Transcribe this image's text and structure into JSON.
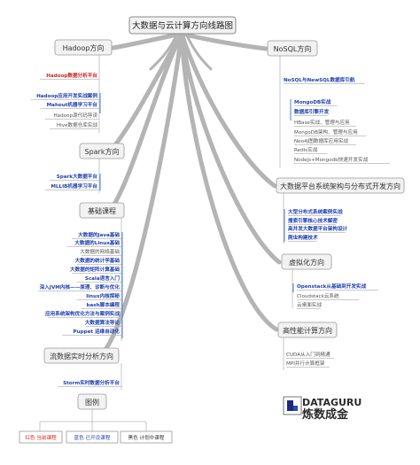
{
  "title": "大数据与云计算方向线路图",
  "nodes": {
    "hadoop": "Hadoop方向",
    "spark": "Spark方向",
    "basic": "基础课程",
    "stream": "流数据实时分析方向",
    "legend": "图例",
    "nosql": "NoSQL方向",
    "bigdata_arch": "大数据平台系统架构与分布式开发方向",
    "virtual": "虚拟化方向",
    "hpc": "高性能计算方向"
  },
  "leaves": {
    "hadoop": [
      {
        "text": "Hadoop数据分析平台",
        "style": "red"
      },
      {
        "text": "Hadoop应用开发实战案例",
        "style": "blue"
      },
      {
        "text": "Mahout机器学习平台",
        "style": "blue"
      },
      {
        "text": "Hadoop源代码导读",
        "style": "gray"
      },
      {
        "text": "Hive数据仓库实战",
        "style": "gray"
      }
    ],
    "spark": [
      {
        "text": "Spark大数据平台",
        "style": "blue"
      },
      {
        "text": "MLLIB机器学习平台",
        "style": "blue"
      }
    ],
    "basic": [
      {
        "text": "大数据的Java基础",
        "style": "blue"
      },
      {
        "text": "大数据的Linux基础",
        "style": "blue"
      },
      {
        "text": "大数据的网络基础",
        "style": "gray"
      },
      {
        "text": "大数据的统计学基础",
        "style": "blue"
      },
      {
        "text": "大数据的矩阵计算基础",
        "style": "blue"
      },
      {
        "text": "Scala语言入门",
        "style": "blue"
      },
      {
        "text": "深入JVM内核——原理、诊断与优化",
        "style": "blue"
      },
      {
        "text": "linux内核探秘",
        "style": "blue"
      },
      {
        "text": "bash脚本编程",
        "style": "blue"
      },
      {
        "text": "应用系统架构优化方法与案例实战",
        "style": "blue"
      },
      {
        "text": "大数据算法导论",
        "style": "blue"
      },
      {
        "text": "Puppet 运维自动化",
        "style": "blue"
      }
    ],
    "stream": [
      {
        "text": "Storm实时数据分析平台",
        "style": "blue"
      }
    ],
    "nosql": [
      {
        "text": "NoSQL与NewSQL数据库引航",
        "style": "blue"
      },
      {
        "text": "MongoDB实战",
        "style": "blue"
      },
      {
        "text": "数据库引擎开发",
        "style": "blue"
      },
      {
        "text": "HBase实战、管理与应用",
        "style": "gray"
      },
      {
        "text": "MongoDB架构、管理与应用",
        "style": "gray"
      },
      {
        "text": "Neo4J图数据库应用实战",
        "style": "gray"
      },
      {
        "text": "Redis实战",
        "style": "gray"
      },
      {
        "text": "Nodejs+Mongodb快速开发实战",
        "style": "gray"
      }
    ],
    "bigdata_arch": [
      {
        "text": "大型分布式系统案例实战",
        "style": "blue"
      },
      {
        "text": "搜索引擎核心技术解密",
        "style": "blue"
      },
      {
        "text": "高并发大数据平台架构设计",
        "style": "blue"
      },
      {
        "text": "爬虫构建技术",
        "style": "blue"
      }
    ],
    "virtual": [
      {
        "text": "Openstack从基础到开发实战",
        "style": "blue"
      },
      {
        "text": "Cloudstack云系统",
        "style": "gray"
      },
      {
        "text": "云桌面实战",
        "style": "gray"
      }
    ],
    "hpc": [
      {
        "text": "CUDA从入门到精通",
        "style": "gray"
      },
      {
        "text": "MPI并行计算框架",
        "style": "gray"
      }
    ]
  },
  "legend_items": [
    {
      "text": "红色 当前课程",
      "color": "#d42020"
    },
    {
      "text": "蓝色 已开设课程",
      "color": "#1f3fb0"
    },
    {
      "text": "黑色 计划中课程",
      "color": "#333333"
    }
  ],
  "logo": {
    "line1": "DATAGURU",
    "line2": "炼数成金"
  },
  "colors": {
    "red": "#d42020",
    "blue": "#1f3fb0",
    "gray": "#555555",
    "accent_bar": "#4a7fd8"
  }
}
